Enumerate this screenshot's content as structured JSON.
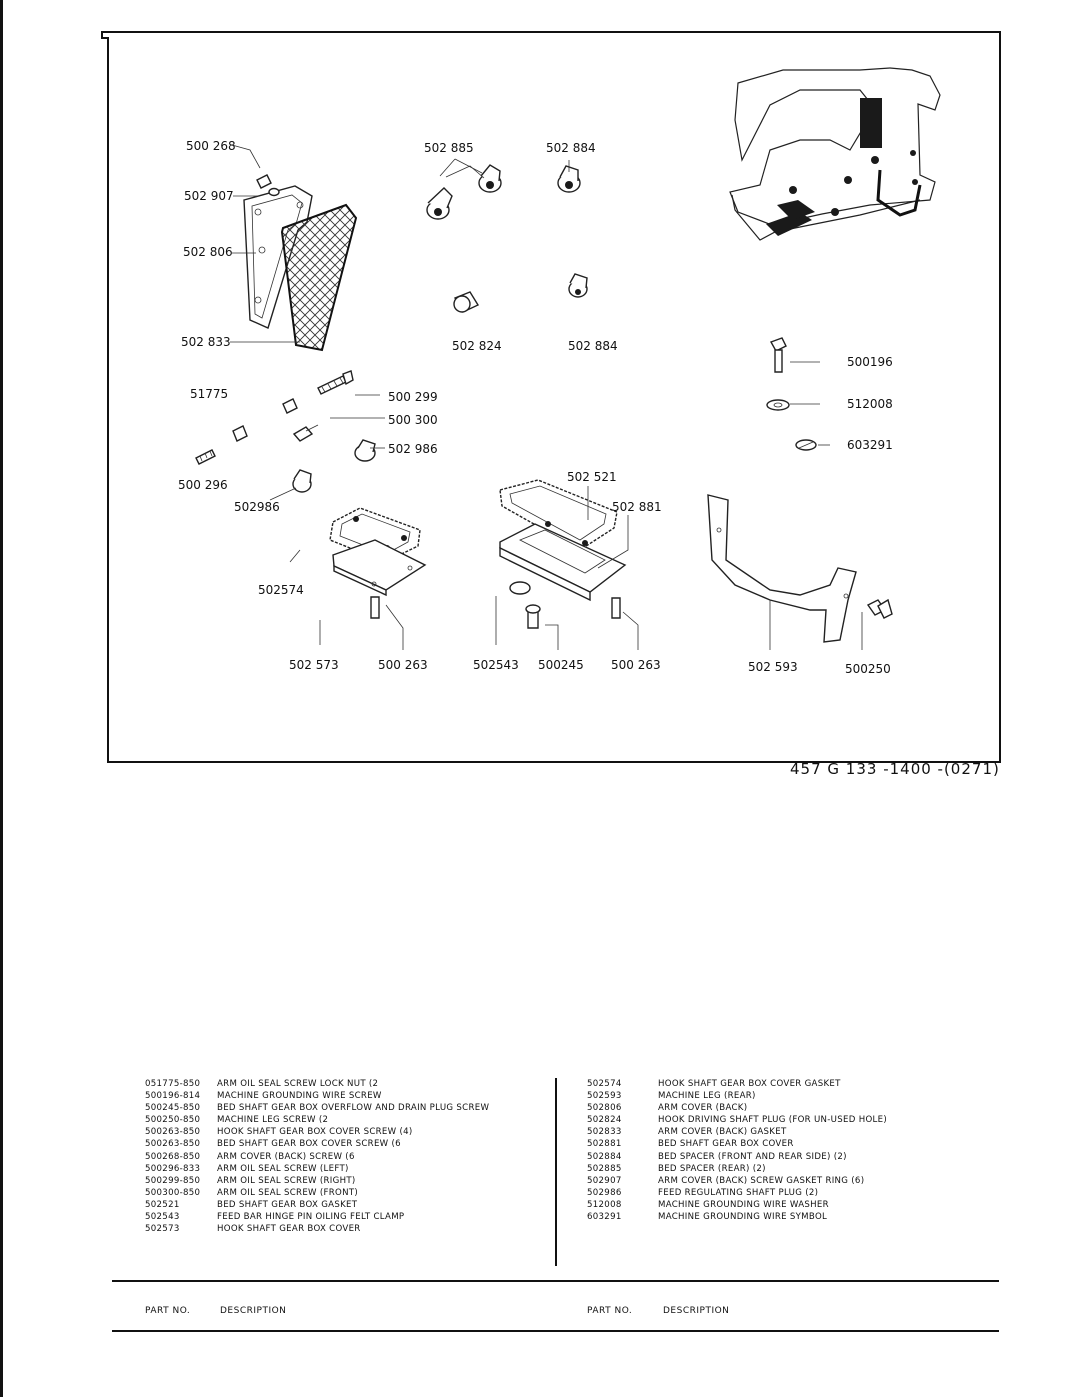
{
  "drawing_number": "457 G 133 -1400 -(0271)",
  "diagram_labels": {
    "l500268": "500 268",
    "l502907": "502 907",
    "l502806": "502 806",
    "l502833": "502 833",
    "l502885": "502 885",
    "l502884a": "502 884",
    "l502824": "502 824",
    "l502884b": "502 884",
    "l500196": "500196",
    "l512008": "512008",
    "l603291": "603291",
    "l51775": "51775",
    "l500299": "500 299",
    "l500300": "500 300",
    "l502986a": "502 986",
    "l500296": "500 296",
    "l502986b": "502986",
    "l502574": "502574",
    "l502573": "502 573",
    "l500263a": "500 263",
    "l502521": "502 521",
    "l502881": "502 881",
    "l502543": "502543",
    "l500245": "500245",
    "l500263b": "500 263",
    "l502593": "502 593",
    "l500250": "500250"
  },
  "parts_left": [
    {
      "part_no": "051775-850",
      "description": "ARM OIL SEAL SCREW LOCK NUT (2"
    },
    {
      "part_no": "500196-814",
      "description": "MACHINE GROUNDING WIRE SCREW"
    },
    {
      "part_no": "500245-850",
      "description": "BED SHAFT GEAR BOX OVERFLOW AND DRAIN PLUG SCREW"
    },
    {
      "part_no": "500250-850",
      "description": "MACHINE LEG SCREW (2"
    },
    {
      "part_no": "500263-850",
      "description": "HOOK SHAFT GEAR BOX COVER SCREW (4)"
    },
    {
      "part_no": "500263-850",
      "description": "BED SHAFT GEAR BOX COVER SCREW (6"
    },
    {
      "part_no": "500268-850",
      "description": "ARM COVER (BACK) SCREW (6"
    },
    {
      "part_no": "500296-833",
      "description": "ARM OIL SEAL SCREW (LEFT)"
    },
    {
      "part_no": "500299-850",
      "description": "ARM OIL SEAL SCREW (RIGHT)"
    },
    {
      "part_no": "500300-850",
      "description": "ARM OIL SEAL SCREW (FRONT)"
    },
    {
      "part_no": "502521",
      "description": "BED SHAFT GEAR BOX GASKET"
    },
    {
      "part_no": "502543",
      "description": "FEED BAR HINGE PIN OILING FELT CLAMP"
    },
    {
      "part_no": "502573",
      "description": "HOOK SHAFT GEAR BOX COVER"
    }
  ],
  "parts_right": [
    {
      "part_no": "502574",
      "description": "HOOK SHAFT GEAR BOX COVER GASKET"
    },
    {
      "part_no": "502593",
      "description": "MACHINE LEG (REAR)"
    },
    {
      "part_no": "502806",
      "description": "ARM COVER (BACK)"
    },
    {
      "part_no": "502824",
      "description": "HOOK DRIVING SHAFT PLUG (FOR UN-USED HOLE)"
    },
    {
      "part_no": "502833",
      "description": "ARM COVER (BACK) GASKET"
    },
    {
      "part_no": "502881",
      "description": "BED SHAFT GEAR BOX COVER"
    },
    {
      "part_no": "502884",
      "description": "BED SPACER (FRONT AND REAR SIDE) (2)"
    },
    {
      "part_no": "502885",
      "description": "BED SPACER (REAR) (2)"
    },
    {
      "part_no": "502907",
      "description": "ARM COVER (BACK) SCREW GASKET RING (6)"
    },
    {
      "part_no": "502986",
      "description": "FEED REGULATING SHAFT PLUG (2)"
    },
    {
      "part_no": "512008",
      "description": "MACHINE GROUNDING WIRE WASHER"
    },
    {
      "part_no": "603291",
      "description": "MACHINE GROUNDING WIRE SYMBOL"
    }
  ],
  "footer": {
    "left_part_no": "PART NO.",
    "left_description": "DESCRIPTION",
    "right_part_no": "PART NO.",
    "right_description": "DESCRIPTION"
  }
}
